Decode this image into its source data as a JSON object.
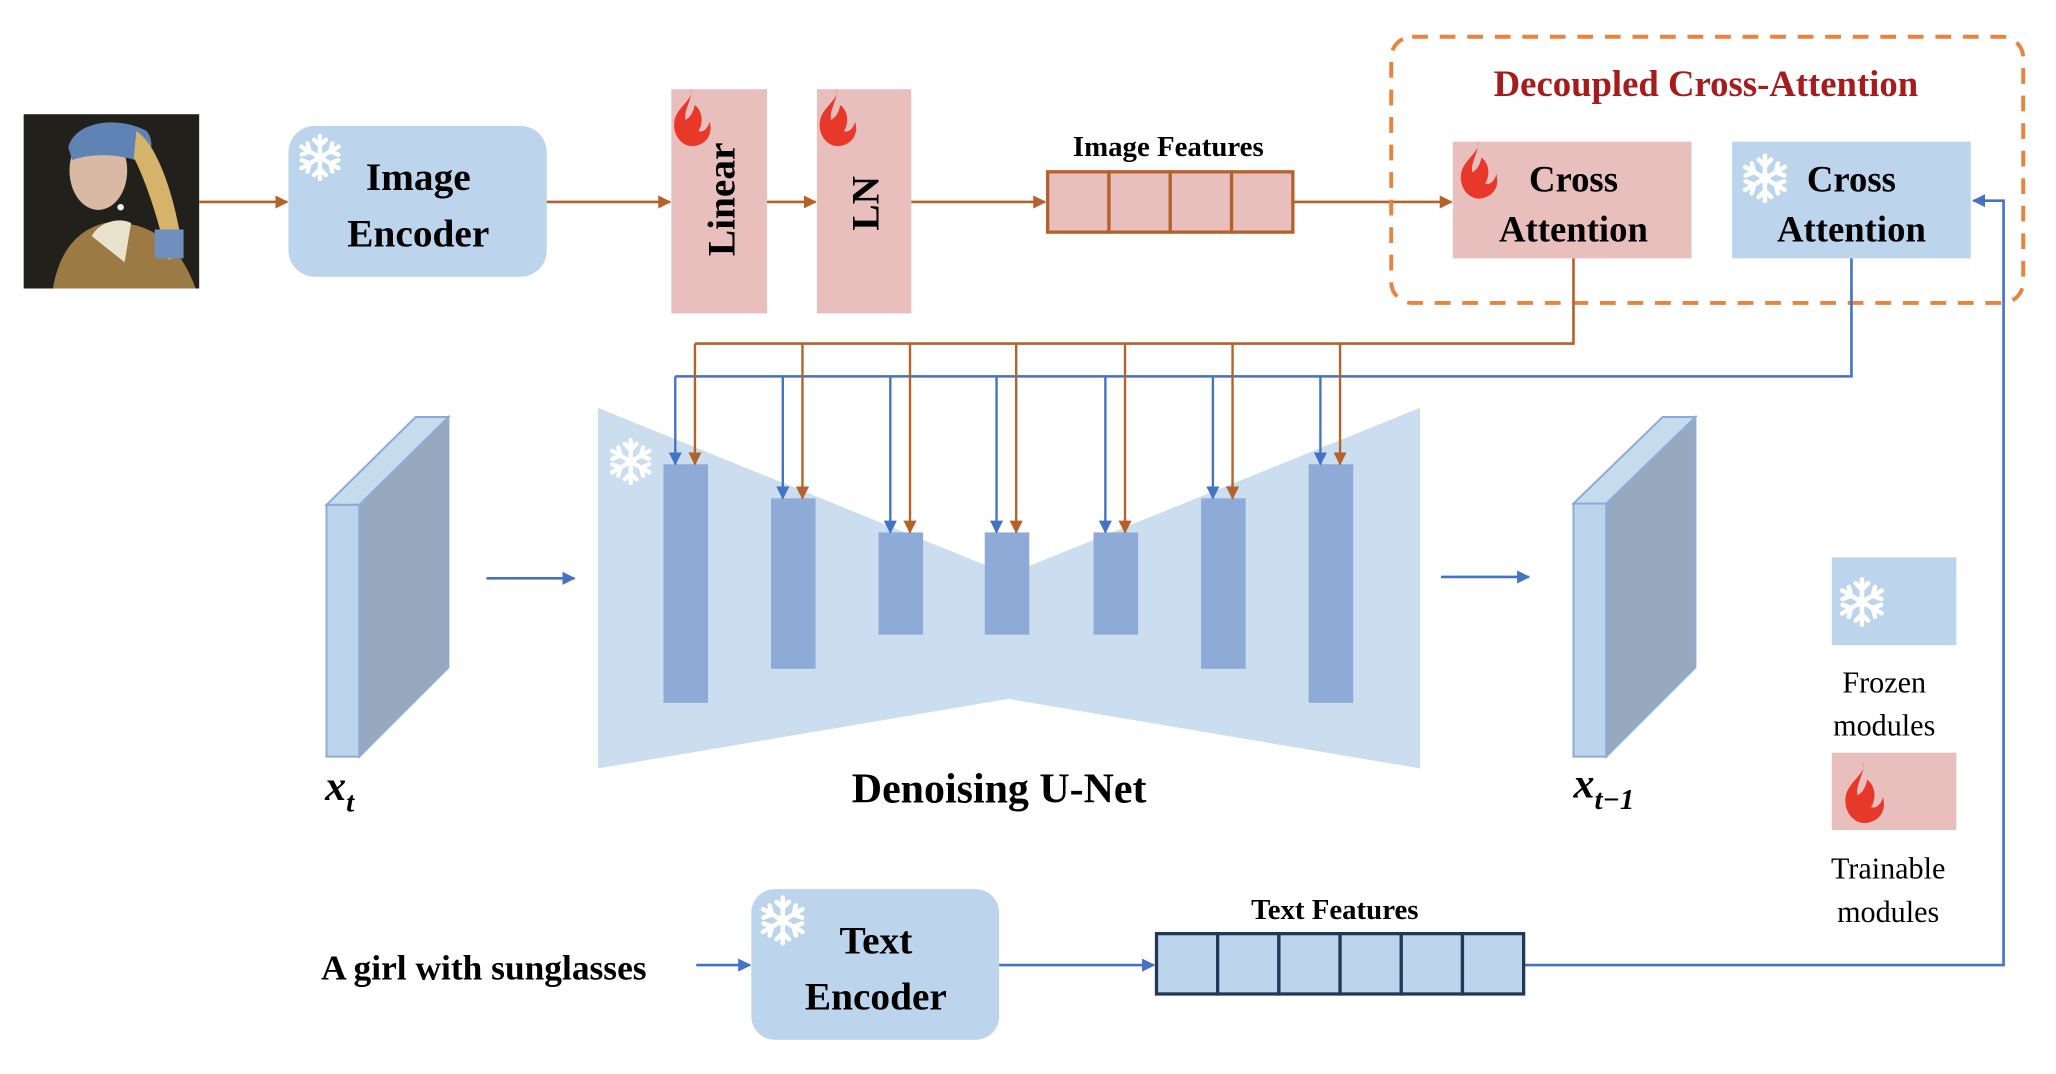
{
  "title": "IP-Adapter architecture diagram",
  "colors": {
    "frozen_fill": "#bdd5ec",
    "trainable_fill": "#e8bfbd",
    "image_arrow": "#b5612a",
    "text_arrow": "#4472c4",
    "dashed_border": "#e8843f",
    "group_title": "#a61c1c",
    "unet_bg": "#cadef0",
    "unet_block": "#8eaad6",
    "flame": "#e8382a"
  },
  "input_image": {
    "alt": "Girl with a Pearl Earring painting"
  },
  "image_encoder": {
    "line1": "Image",
    "line2": "Encoder",
    "icon": "snowflake-icon"
  },
  "linear": {
    "label": "Linear",
    "icon": "flame-icon"
  },
  "ln": {
    "label": "LN",
    "icon": "flame-icon"
  },
  "image_features": {
    "label": "Image Features",
    "cells": 4
  },
  "decoupled": {
    "title": "Decoupled Cross-Attention",
    "trainable": {
      "line1": "Cross",
      "line2": "Attention",
      "icon": "flame-icon"
    },
    "frozen": {
      "line1": "Cross",
      "line2": "Attention",
      "icon": "snowflake-icon"
    }
  },
  "unet": {
    "label": "Denoising U-Net",
    "blocks": 7,
    "icon": "snowflake-icon"
  },
  "latent_in": {
    "symbol": "x",
    "subscript": "t"
  },
  "latent_out": {
    "symbol": "x",
    "subscript": "t−1"
  },
  "prompt": {
    "text": "A girl with sunglasses"
  },
  "text_encoder": {
    "line1": "Text",
    "line2": "Encoder",
    "icon": "snowflake-icon"
  },
  "text_features": {
    "label": "Text Features",
    "cells": 6
  },
  "legend": {
    "frozen_line1": "Frozen",
    "frozen_line2": "modules",
    "trainable_line1": "Trainable",
    "trainable_line2": "modules"
  }
}
